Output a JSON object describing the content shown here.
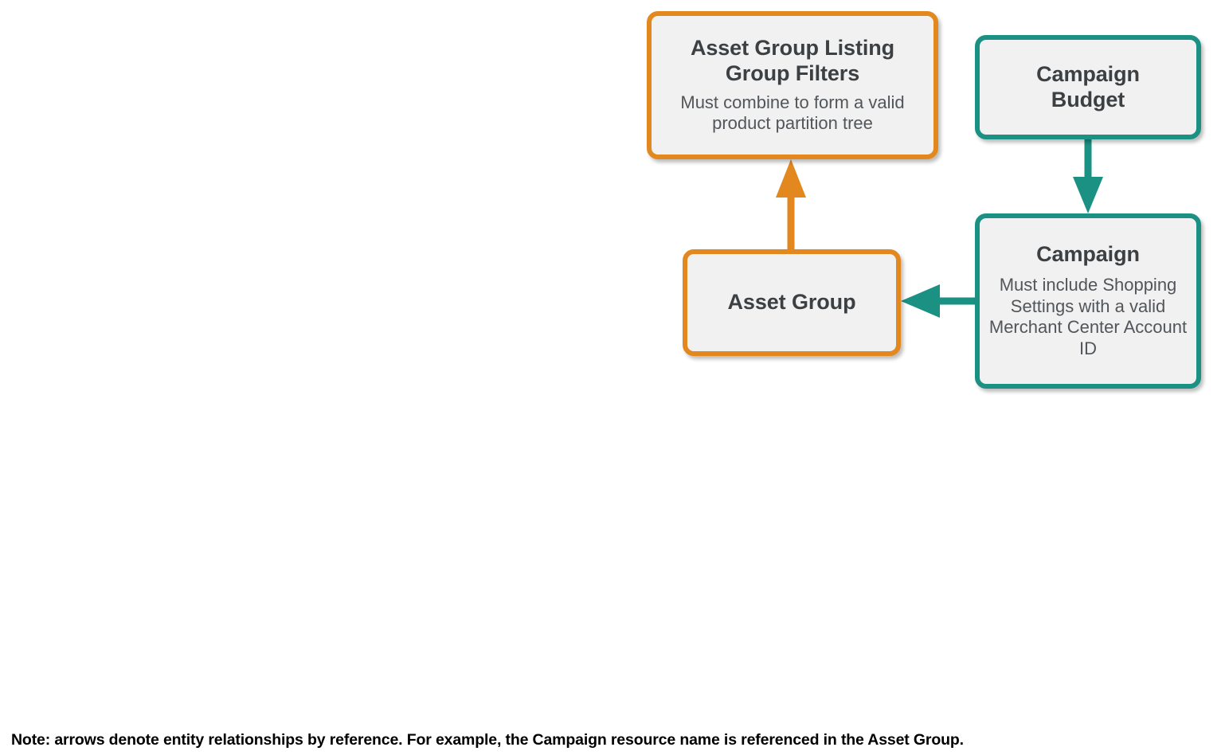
{
  "diagram": {
    "type": "entity-relationship",
    "colors": {
      "orange": "#E2881F",
      "teal": "#1A9183",
      "node_fill": "#F1F1F1",
      "title_text": "#3C4043",
      "subtitle_text": "#52565A",
      "note_text": "#000000",
      "background": "#FFFFFF"
    },
    "nodes": [
      {
        "id": "asset-group-listing-group-filters",
        "title": "Asset Group Listing Group Filters",
        "title_line_1": "Asset Group Listing",
        "title_line_2": "Group Filters",
        "subtitle": "Must combine to form a valid product partition tree",
        "accent": "orange"
      },
      {
        "id": "campaign-budget",
        "title": "Campaign Budget",
        "title_line_1": "Campaign",
        "title_line_2": "Budget",
        "subtitle": "",
        "accent": "teal"
      },
      {
        "id": "asset-group",
        "title": "Asset Group",
        "subtitle": "",
        "accent": "orange"
      },
      {
        "id": "campaign",
        "title": "Campaign",
        "subtitle": "Must include Shopping Settings with a valid Merchant Center Account ID",
        "accent": "teal"
      }
    ],
    "edges": [
      {
        "id": "asset-group-to-listing-group-filters",
        "from": "asset-group",
        "to": "asset-group-listing-group-filters",
        "direction": "up",
        "color": "#E2881F"
      },
      {
        "id": "campaign-budget-to-campaign",
        "from": "campaign-budget",
        "to": "campaign",
        "direction": "down",
        "color": "#1A9183"
      },
      {
        "id": "campaign-to-asset-group",
        "from": "campaign",
        "to": "asset-group",
        "direction": "left",
        "color": "#1A9183"
      }
    ],
    "note": "Note: arrows denote entity relationships by reference. For example, the Campaign resource name is referenced in the Asset Group."
  }
}
